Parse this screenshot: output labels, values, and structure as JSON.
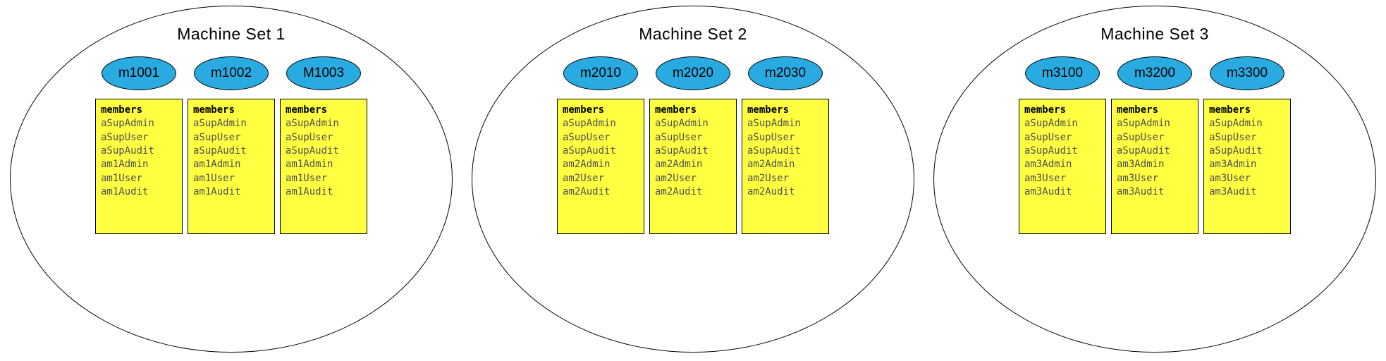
{
  "diagram": {
    "colors": {
      "node_fill": "#29ABE2",
      "box_fill": "#FFFF42"
    },
    "sets": [
      {
        "title": "Machine Set 1",
        "machines": [
          {
            "name": "m1001",
            "members_header": "members",
            "members": [
              "aSupAdmin",
              "aSupUser",
              "aSupAudit",
              "am1Admin",
              "am1User",
              "am1Audit"
            ]
          },
          {
            "name": "m1002",
            "members_header": "members",
            "members": [
              "aSupAdmin",
              "aSupUser",
              "aSupAudit",
              "am1Admin",
              "am1User",
              "am1Audit"
            ]
          },
          {
            "name": "M1003",
            "members_header": "members",
            "members": [
              "aSupAdmin",
              "aSupUser",
              "aSupAudit",
              "am1Admin",
              "am1User",
              "am1Audit"
            ]
          }
        ]
      },
      {
        "title": "Machine Set 2",
        "machines": [
          {
            "name": "m2010",
            "members_header": "members",
            "members": [
              "aSupAdmin",
              "aSupUser",
              "aSupAudit",
              "am2Admin",
              "am2User",
              "am2Audit"
            ]
          },
          {
            "name": "m2020",
            "members_header": "members",
            "members": [
              "aSupAdmin",
              "aSupUser",
              "aSupAudit",
              "am2Admin",
              "am2User",
              "am2Audit"
            ]
          },
          {
            "name": "m2030",
            "members_header": "members",
            "members": [
              "aSupAdmin",
              "aSupUser",
              "aSupAudit",
              "am2Admin",
              "am2User",
              "am2Audit"
            ]
          }
        ]
      },
      {
        "title": "Machine Set 3",
        "machines": [
          {
            "name": "m3100",
            "members_header": "members",
            "members": [
              "aSupAdmin",
              "aSupUser",
              "aSupAudit",
              "am3Admin",
              "am3User",
              "am3Audit"
            ]
          },
          {
            "name": "m3200",
            "members_header": "members",
            "members": [
              "aSupAdmin",
              "aSupUser",
              "aSupAudit",
              "am3Admin",
              "am3User",
              "am3Audit"
            ]
          },
          {
            "name": "m3300",
            "members_header": "members",
            "members": [
              "aSupAdmin",
              "aSupUser",
              "aSupAudit",
              "am3Admin",
              "am3User",
              "am3Audit"
            ]
          }
        ]
      }
    ]
  }
}
